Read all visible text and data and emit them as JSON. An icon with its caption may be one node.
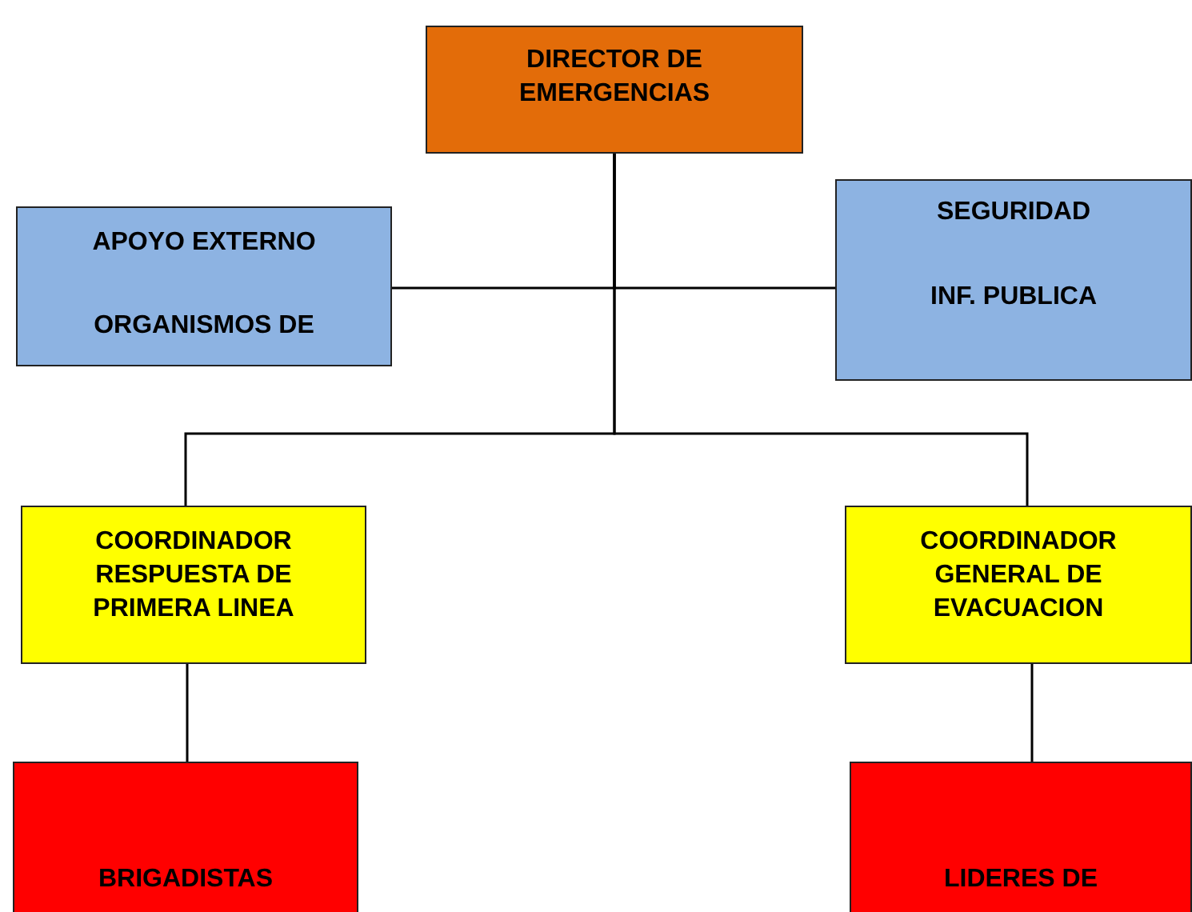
{
  "diagram": {
    "nodes": [
      {
        "text": [
          "DIRECTOR DE EMERGENCIAS"
        ]
      },
      {
        "text": [
          "APOYO EXTERNO",
          "ORGANISMOS DE"
        ]
      },
      {
        "text": [
          "SEGURIDAD",
          "INF. PUBLICA"
        ]
      },
      {
        "text": [
          "COORDINADOR RESPUESTA DE PRIMERA LINEA"
        ]
      },
      {
        "text": [
          "COORDINADOR GENERAL DE EVACUACION"
        ]
      },
      {
        "text": [
          "BRIGADISTAS"
        ]
      },
      {
        "text": [
          "LIDERES DE"
        ]
      }
    ],
    "edges": [
      {
        "from": 0,
        "to": 1,
        "arrow": "none"
      },
      {
        "from": 0,
        "to": 2,
        "arrow": "none"
      },
      {
        "from": 0,
        "to": 3,
        "arrow": "none"
      },
      {
        "from": 0,
        "to": 4,
        "arrow": "none"
      },
      {
        "from": 3,
        "to": 5,
        "arrow": "none"
      },
      {
        "from": 4,
        "to": 6,
        "arrow": "none"
      }
    ]
  }
}
